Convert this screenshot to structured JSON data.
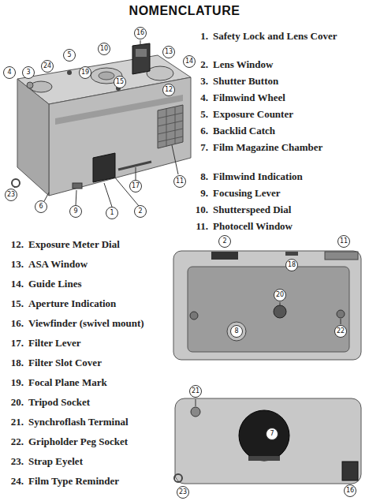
{
  "diagram": {
    "title": "NOMENCLATURE",
    "labels": [
      "1.",
      "Safety Lock and Lens Cover",
      "2.",
      "Lens Window",
      "3.",
      "Shutter Button",
      "4.",
      "Filmwind Wheel",
      "5.",
      "Exposure Counter",
      "6.",
      "Backlid Catch",
      "7.",
      "Film Magazine Chamber",
      "8.",
      "Filmwind Indication",
      "9.",
      "Focusing Lever",
      "10.",
      "Shutterspeed Dial",
      "11.",
      "Photocell Window",
      "12.",
      "Exposure Meter Dial",
      "13.",
      "ASA Window",
      "14.",
      "Guide Lines",
      "15.",
      "Aperture Indication",
      "16.",
      "Viewfinder (swivel mount)",
      "17.",
      "Filter Lever",
      "18.",
      "Filter Slot Cover",
      "19.",
      "Focal Plane Mark",
      "20.",
      "Tripod Socket",
      "21.",
      "Synchroflash Terminal",
      "22.",
      "Gripholder Peg Socket",
      "23.",
      "Strap Eyelet",
      "24.",
      "Film Type Reminder",
      "4",
      "5",
      "10",
      "16",
      "13",
      "14",
      "3",
      "24",
      "19",
      "15",
      "12",
      "23",
      "6",
      "9",
      "1",
      "2",
      "17",
      "11",
      "2",
      "18",
      "11",
      "8",
      "20",
      "22",
      "21",
      "7",
      "23",
      "16"
    ]
  }
}
